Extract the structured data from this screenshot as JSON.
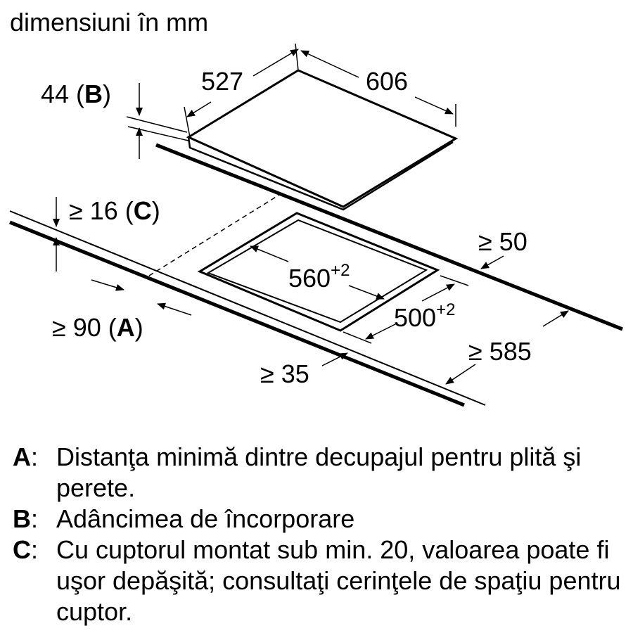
{
  "units_title": "dimensiuni în mm",
  "labels": {
    "dim_527": "527",
    "dim_606": "606",
    "dim_44_value": "44 (",
    "dim_44_letter": "B",
    "dim_44_close": ")",
    "dim_16_value": "≥ 16 (",
    "dim_16_letter": "C",
    "dim_16_close": ")",
    "dim_50": "≥ 50",
    "dim_560_base": "560",
    "dim_560_sup": "+2",
    "dim_500_base": "500",
    "dim_500_sup": "+2",
    "dim_90_value": "≥ 90 (",
    "dim_90_letter": "A",
    "dim_90_close": ")",
    "dim_585": "≥ 585",
    "dim_35": "≥ 35"
  },
  "legend": [
    {
      "key": "A",
      "text": "Distanţa minimă dintre decupajul pentru plită şi perete."
    },
    {
      "key": "B",
      "text": "Adâncimea de încorporare"
    },
    {
      "key": "C",
      "text": "Cu cuptorul montat sub min. 20, valoarea poate fi uşor depăşită; consultaţi cerinţele de spaţiu pentru cuptor."
    }
  ]
}
